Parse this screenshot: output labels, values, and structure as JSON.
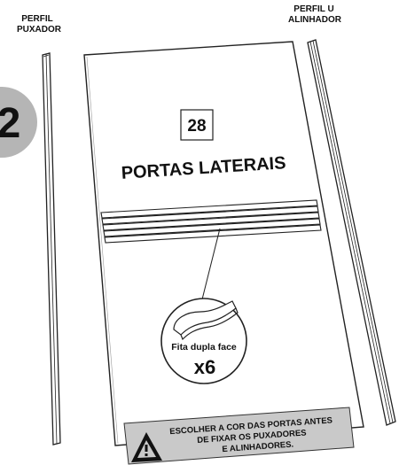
{
  "step_badge": {
    "number": "2"
  },
  "left_part": {
    "label_line1": "PERFIL",
    "label_line2": "PUXADOR"
  },
  "right_part": {
    "label_line1": "PERFIL U",
    "label_line2": "ALINHADOR"
  },
  "panel": {
    "part_number": "28",
    "title": "PORTAS LATERAIS"
  },
  "tape_callout": {
    "label": "Fita dupla face",
    "quantity": "x6"
  },
  "warning": {
    "line1": "ESCOLHER A COR DAS PORTAS ANTES",
    "line2": "DE FIXAR OS PUXADORES",
    "line3": "E ALINHADORES.",
    "icon": "warning-triangle-icon"
  },
  "colors": {
    "badge": "#b5b5b5",
    "warning_bg": "#c9c9c9",
    "line": "#222222"
  }
}
